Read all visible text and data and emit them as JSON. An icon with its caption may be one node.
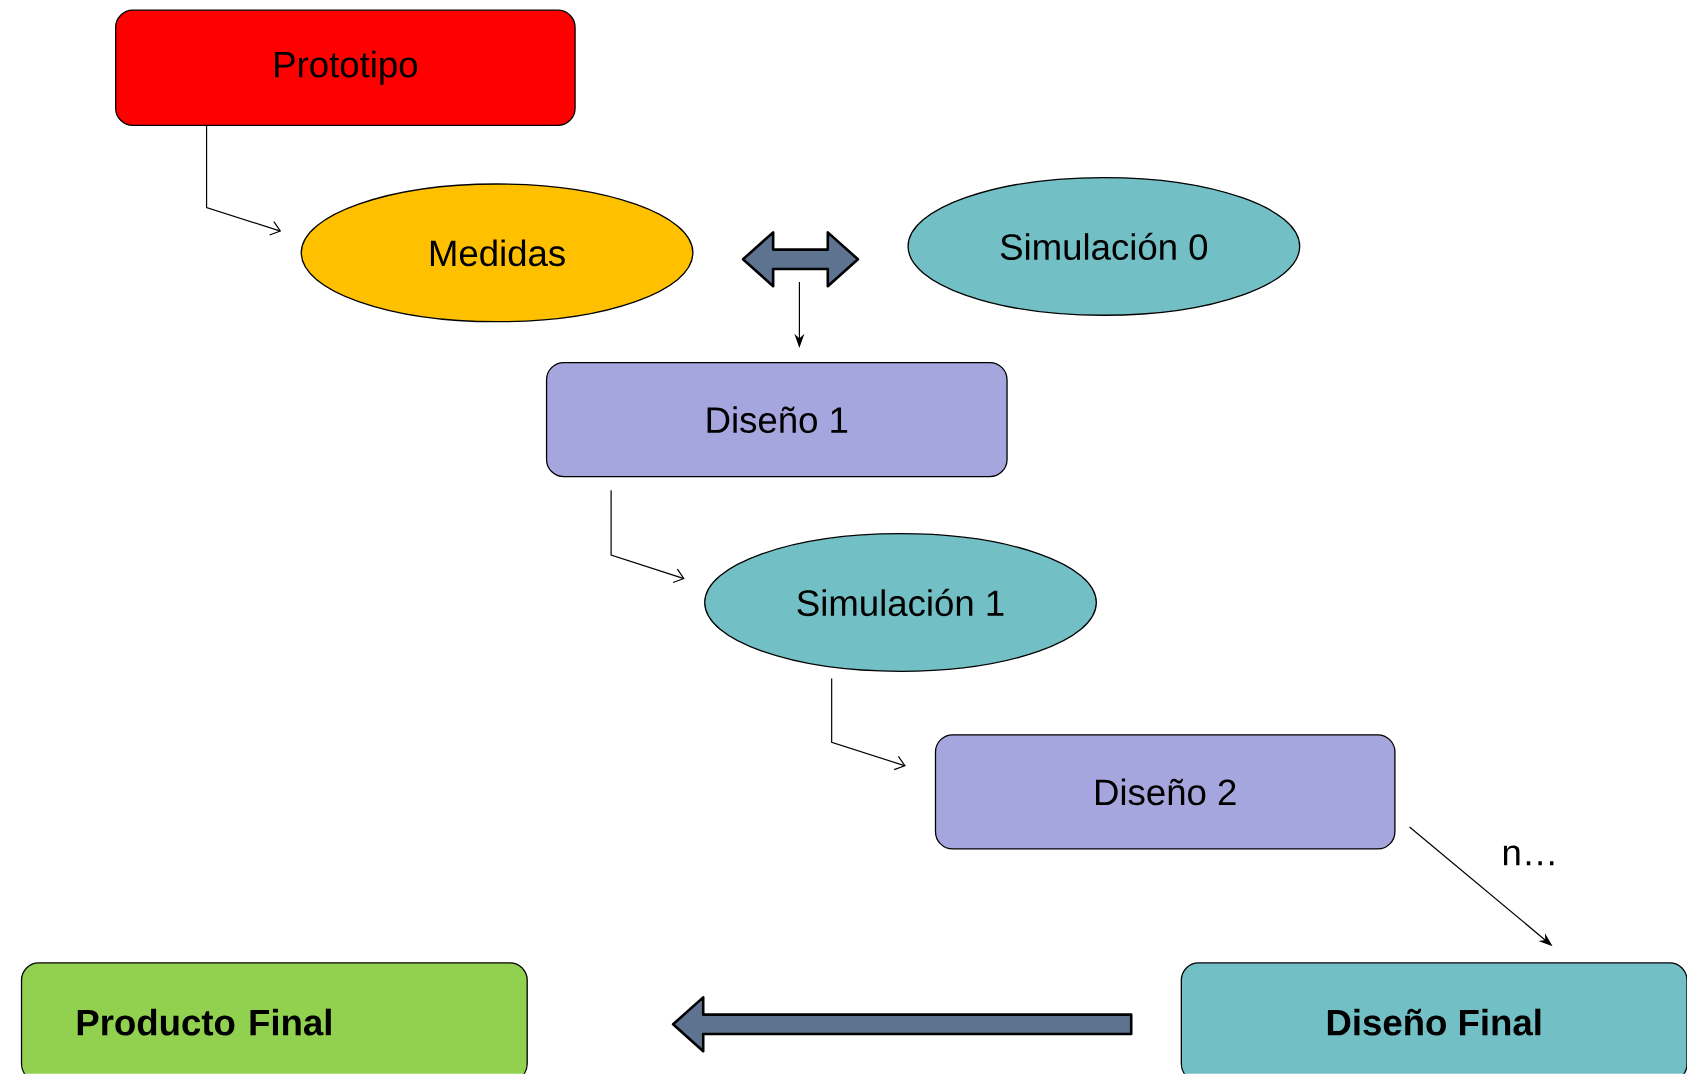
{
  "diagram": {
    "nodes": [
      {
        "text": [
          "Prototipo"
        ]
      },
      {
        "text": [
          "Medidas"
        ]
      },
      {
        "text": [
          "Simulación 0"
        ]
      },
      {
        "text": [
          "Diseño 1"
        ]
      },
      {
        "text": [
          "Simulación 1"
        ]
      },
      {
        "text": [
          "Diseño 2"
        ]
      },
      {
        "text": [
          "Diseño Final"
        ]
      },
      {
        "text": [
          "Producto Final"
        ]
      }
    ],
    "edges": [
      {
        "from": 0,
        "to": 1,
        "arrow": "to"
      },
      {
        "from": 1,
        "to": 2,
        "arrow": "both",
        "style": "thick",
        "color": "#5d7390"
      },
      {
        "from": null,
        "to": 3,
        "arrow": "to"
      },
      {
        "from": 3,
        "to": 4,
        "arrow": "to"
      },
      {
        "from": 4,
        "to": 5,
        "arrow": "to"
      },
      {
        "from": 5,
        "to": 6,
        "arrow": "to",
        "label": "n…"
      },
      {
        "from": 6,
        "to": 7,
        "arrow": "to",
        "style": "thick",
        "color": "#5d7390"
      }
    ]
  }
}
